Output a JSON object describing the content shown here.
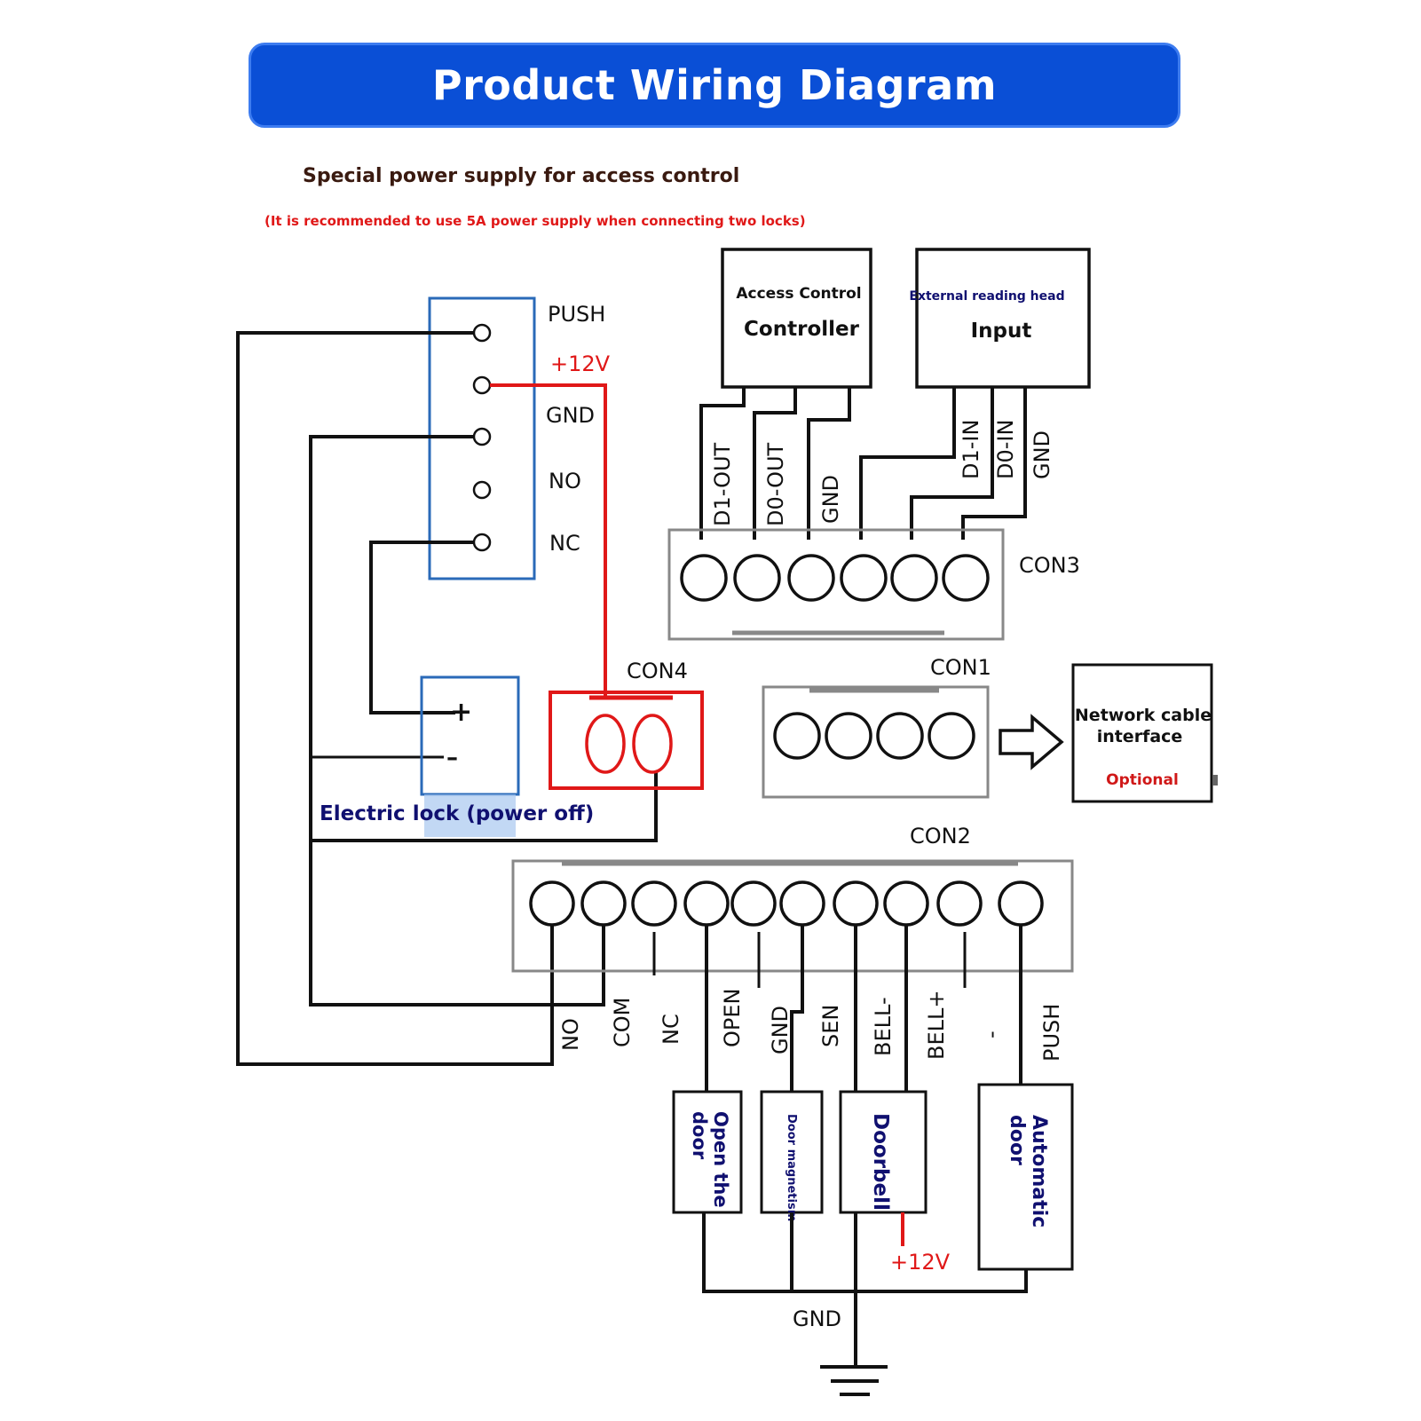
{
  "header": {
    "title": "Product Wiring Diagram",
    "subtitle": "Special power supply for access control",
    "note": "(It is recommended to use 5A power supply when connecting two locks)"
  },
  "colors": {
    "banner": "#0a4fd6",
    "power_line": "#e01818",
    "terminal_box": "#2a6ab8",
    "connector_box": "#888888",
    "wire": "#111111",
    "device_label": "#101070"
  },
  "power_supply": {
    "terminals": [
      "PUSH",
      "+12V",
      "GND",
      "NO",
      "NC"
    ]
  },
  "electric_lock": {
    "plus": "+",
    "minus": "–",
    "label": "Electric lock (power off)"
  },
  "connectors": {
    "con1": "CON1",
    "con2": "CON2",
    "con3": "CON3",
    "con4": "CON4"
  },
  "controller": {
    "line1": "Access Control",
    "line2": "Controller"
  },
  "reader": {
    "line1": "External reading head",
    "line2": "Input"
  },
  "con3_pins": [
    "D1-OUT",
    "D0-OUT",
    "GND",
    "D1-IN",
    "D0-IN",
    "GND"
  ],
  "network": {
    "line1": "Network cable",
    "line2": "interface",
    "optional": "Optional"
  },
  "con2_pins": [
    "NO",
    "COM",
    "NC",
    "OPEN",
    "GND",
    "SEN",
    "BELL-",
    "BELL+",
    "-",
    "PUSH"
  ],
  "devices": {
    "open_door_1": "Open the",
    "open_door_2": "door",
    "door_magnetism": "Door magnetism",
    "doorbell": "Doorbell",
    "automatic_door_1": "Automatic",
    "automatic_door_2": "door"
  },
  "bell_power": "+12V",
  "ground_label": "GND"
}
